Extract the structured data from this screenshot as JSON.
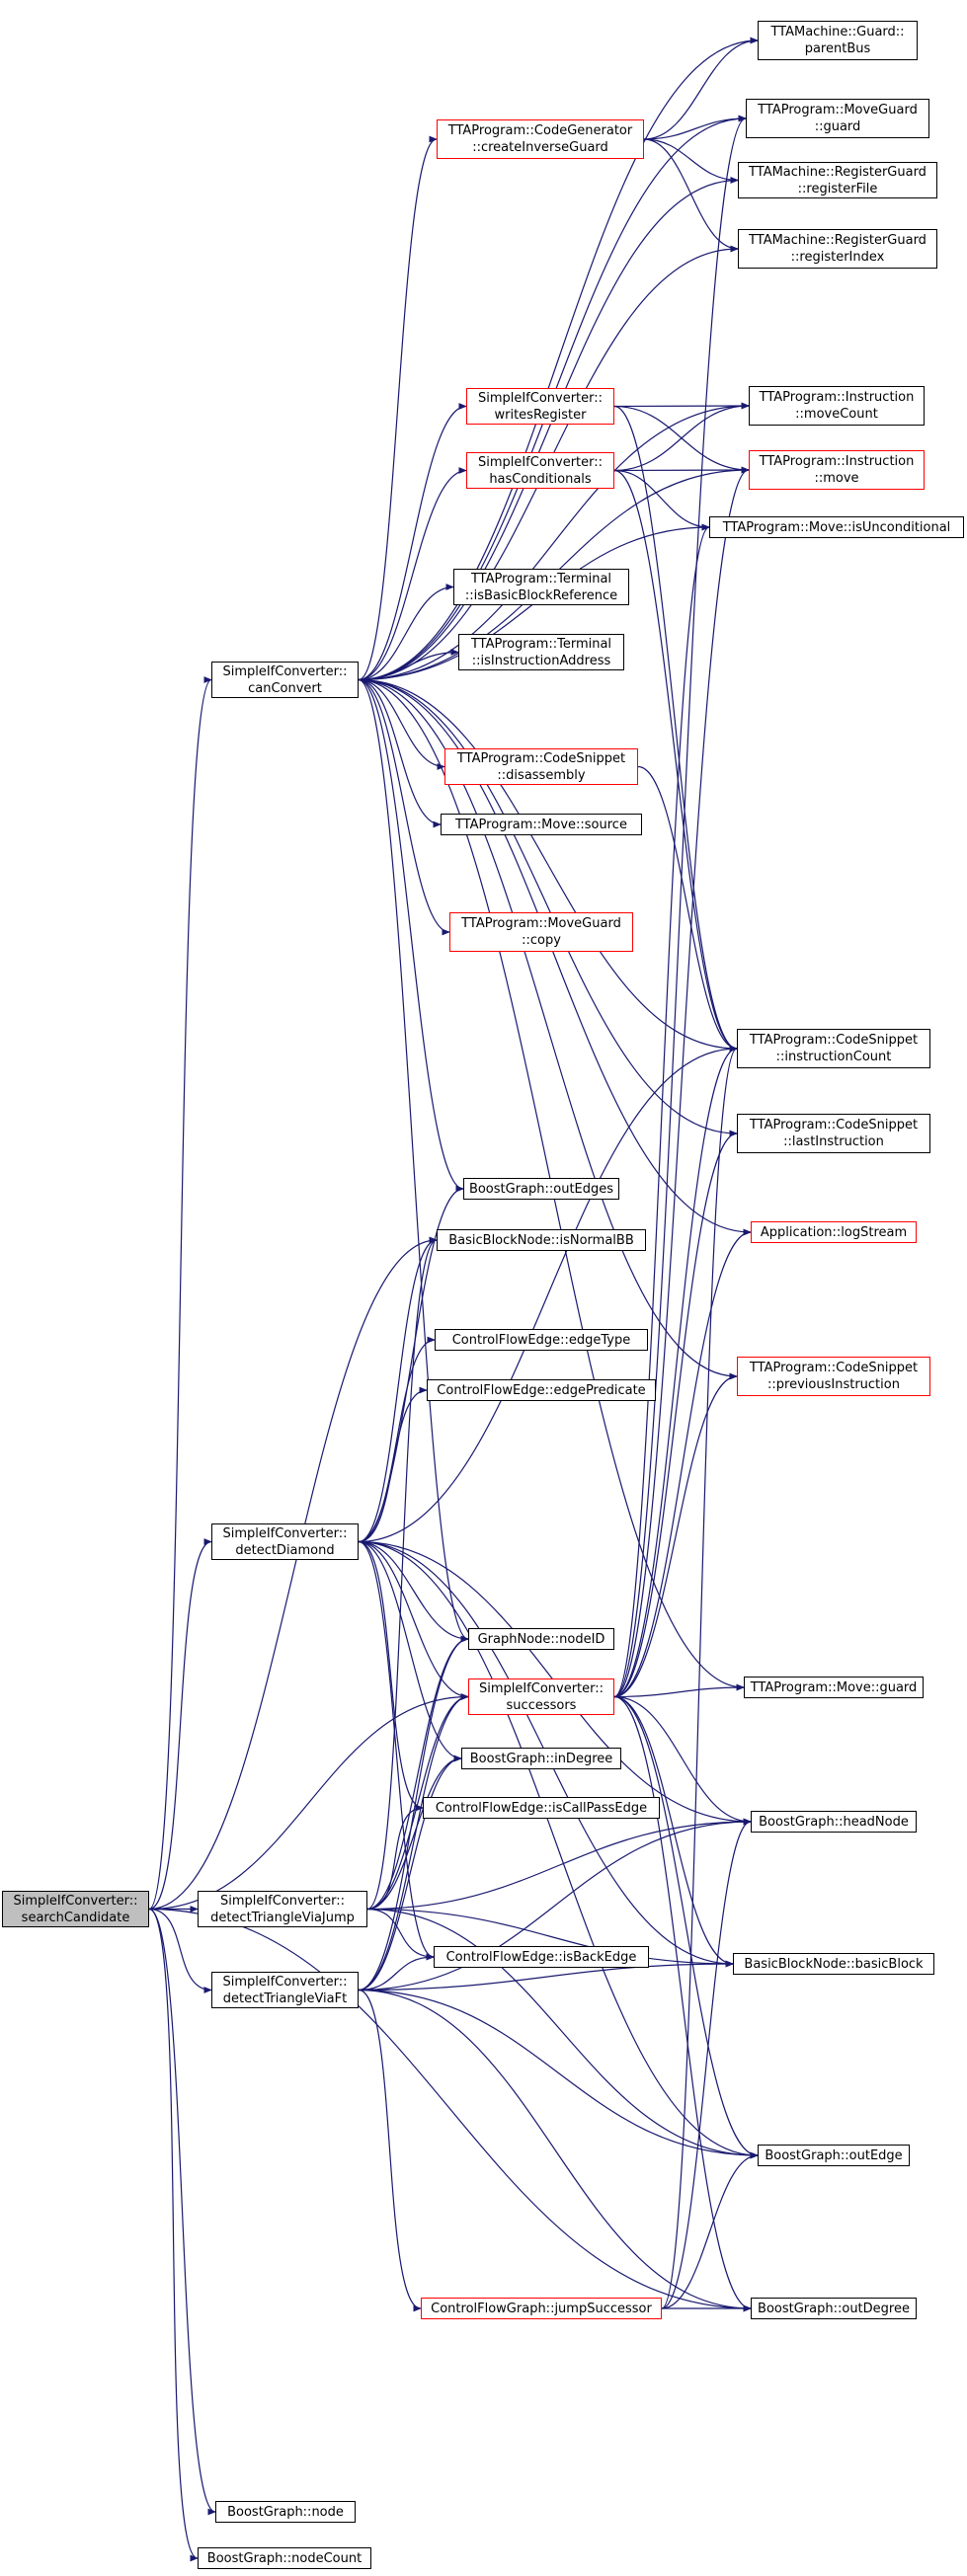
{
  "colors": {
    "edge": "#191970",
    "node_border": "#000000",
    "node_border_incomplete": "#ff0000",
    "root_fill": "#bfbfbf",
    "background": "#ffffff"
  },
  "nodes": [
    {
      "id": "searchCandidate",
      "lines": [
        "SimpleIfConverter::",
        "searchCandidate"
      ],
      "style": "root"
    },
    {
      "id": "canConvert",
      "lines": [
        "SimpleIfConverter::",
        "canConvert"
      ],
      "style": "normal"
    },
    {
      "id": "detectDiamond",
      "lines": [
        "SimpleIfConverter::",
        "detectDiamond"
      ],
      "style": "normal"
    },
    {
      "id": "detectTriangleViaJump",
      "lines": [
        "SimpleIfConverter::",
        "detectTriangleViaJump"
      ],
      "style": "normal"
    },
    {
      "id": "detectTriangleViaFt",
      "lines": [
        "SimpleIfConverter::",
        "detectTriangleViaFt"
      ],
      "style": "normal"
    },
    {
      "id": "bgNode",
      "lines": [
        "BoostGraph::node"
      ],
      "style": "normal"
    },
    {
      "id": "bgNodeCount",
      "lines": [
        "BoostGraph::nodeCount"
      ],
      "style": "normal"
    },
    {
      "id": "createInverseGuard",
      "lines": [
        "TTAProgram::CodeGenerator",
        "::createInverseGuard"
      ],
      "style": "red"
    },
    {
      "id": "writesRegister",
      "lines": [
        "SimpleIfConverter::",
        "writesRegister"
      ],
      "style": "red"
    },
    {
      "id": "hasConditionals",
      "lines": [
        "SimpleIfConverter::",
        "hasConditionals"
      ],
      "style": "red"
    },
    {
      "id": "isBasicBlockReference",
      "lines": [
        "TTAProgram::Terminal",
        "::isBasicBlockReference"
      ],
      "style": "normal"
    },
    {
      "id": "isInstructionAddress",
      "lines": [
        "TTAProgram::Terminal",
        "::isInstructionAddress"
      ],
      "style": "normal"
    },
    {
      "id": "disassembly",
      "lines": [
        "TTAProgram::CodeSnippet",
        "::disassembly"
      ],
      "style": "red"
    },
    {
      "id": "moveSource",
      "lines": [
        "TTAProgram::Move::source"
      ],
      "style": "normal"
    },
    {
      "id": "moveGuardCopy",
      "lines": [
        "TTAProgram::MoveGuard",
        "::copy"
      ],
      "style": "red"
    },
    {
      "id": "bgOutEdges",
      "lines": [
        "BoostGraph::outEdges"
      ],
      "style": "normal"
    },
    {
      "id": "isNormalBB",
      "lines": [
        "BasicBlockNode::isNormalBB"
      ],
      "style": "normal"
    },
    {
      "id": "edgeType",
      "lines": [
        "ControlFlowEdge::edgeType"
      ],
      "style": "normal"
    },
    {
      "id": "edgePredicate",
      "lines": [
        "ControlFlowEdge::edgePredicate"
      ],
      "style": "normal"
    },
    {
      "id": "nodeID",
      "lines": [
        "GraphNode::nodeID"
      ],
      "style": "normal"
    },
    {
      "id": "successors",
      "lines": [
        "SimpleIfConverter::",
        "successors"
      ],
      "style": "red"
    },
    {
      "id": "bgInDegree",
      "lines": [
        "BoostGraph::inDegree"
      ],
      "style": "normal"
    },
    {
      "id": "isCallPassEdge",
      "lines": [
        "ControlFlowEdge::isCallPassEdge"
      ],
      "style": "normal"
    },
    {
      "id": "isBackEdge",
      "lines": [
        "ControlFlowEdge::isBackEdge"
      ],
      "style": "normal"
    },
    {
      "id": "jumpSuccessor",
      "lines": [
        "ControlFlowGraph::jumpSuccessor"
      ],
      "style": "red"
    },
    {
      "id": "guardParentBus",
      "lines": [
        "TTAMachine::Guard::",
        "parentBus"
      ],
      "style": "normal"
    },
    {
      "id": "moveGuardGuard",
      "lines": [
        "TTAProgram::MoveGuard",
        "::guard"
      ],
      "style": "normal"
    },
    {
      "id": "registerFile",
      "lines": [
        "TTAMachine::RegisterGuard",
        "::registerFile"
      ],
      "style": "normal"
    },
    {
      "id": "registerIndex",
      "lines": [
        "TTAMachine::RegisterGuard",
        "::registerIndex"
      ],
      "style": "normal"
    },
    {
      "id": "moveCount",
      "lines": [
        "TTAProgram::Instruction",
        "::moveCount"
      ],
      "style": "normal"
    },
    {
      "id": "instrMove",
      "lines": [
        "TTAProgram::Instruction",
        "::move"
      ],
      "style": "red"
    },
    {
      "id": "isUnconditional",
      "lines": [
        "TTAProgram::Move::isUnconditional"
      ],
      "style": "normal"
    },
    {
      "id": "instructionCount",
      "lines": [
        "TTAProgram::CodeSnippet",
        "::instructionCount"
      ],
      "style": "normal"
    },
    {
      "id": "lastInstruction",
      "lines": [
        "TTAProgram::CodeSnippet",
        "::lastInstruction"
      ],
      "style": "normal"
    },
    {
      "id": "logStream",
      "lines": [
        "Application::logStream"
      ],
      "style": "red"
    },
    {
      "id": "previousInstruction",
      "lines": [
        "TTAProgram::CodeSnippet",
        "::previousInstruction"
      ],
      "style": "red"
    },
    {
      "id": "moveGuard",
      "lines": [
        "TTAProgram::Move::guard"
      ],
      "style": "normal"
    },
    {
      "id": "bgHeadNode",
      "lines": [
        "BoostGraph::headNode"
      ],
      "style": "normal"
    },
    {
      "id": "basicBlock",
      "lines": [
        "BasicBlockNode::basicBlock"
      ],
      "style": "normal"
    },
    {
      "id": "bgOutEdge",
      "lines": [
        "BoostGraph::outEdge"
      ],
      "style": "normal"
    },
    {
      "id": "bgOutDegree",
      "lines": [
        "BoostGraph::outDegree"
      ],
      "style": "normal"
    }
  ],
  "edges": [
    [
      "searchCandidate",
      "canConvert"
    ],
    [
      "searchCandidate",
      "detectDiamond"
    ],
    [
      "searchCandidate",
      "detectTriangleViaJump"
    ],
    [
      "searchCandidate",
      "detectTriangleViaFt"
    ],
    [
      "searchCandidate",
      "bgNode"
    ],
    [
      "searchCandidate",
      "bgNodeCount"
    ],
    [
      "searchCandidate",
      "isNormalBB"
    ],
    [
      "searchCandidate",
      "successors"
    ],
    [
      "searchCandidate",
      "bgOutDegree"
    ],
    [
      "canConvert",
      "guardParentBus"
    ],
    [
      "canConvert",
      "createInverseGuard"
    ],
    [
      "canConvert",
      "moveGuardGuard"
    ],
    [
      "canConvert",
      "registerFile"
    ],
    [
      "canConvert",
      "registerIndex"
    ],
    [
      "canConvert",
      "writesRegister"
    ],
    [
      "canConvert",
      "hasConditionals"
    ],
    [
      "canConvert",
      "moveCount"
    ],
    [
      "canConvert",
      "instrMove"
    ],
    [
      "canConvert",
      "isUnconditional"
    ],
    [
      "canConvert",
      "isBasicBlockReference"
    ],
    [
      "canConvert",
      "isInstructionAddress"
    ],
    [
      "canConvert",
      "disassembly"
    ],
    [
      "canConvert",
      "moveSource"
    ],
    [
      "canConvert",
      "moveGuardCopy"
    ],
    [
      "canConvert",
      "instructionCount"
    ],
    [
      "canConvert",
      "lastInstruction"
    ],
    [
      "canConvert",
      "logStream"
    ],
    [
      "canConvert",
      "previousInstruction"
    ],
    [
      "canConvert",
      "moveGuard"
    ],
    [
      "canConvert",
      "bgOutEdges"
    ],
    [
      "canConvert",
      "nodeID"
    ],
    [
      "createInverseGuard",
      "guardParentBus"
    ],
    [
      "createInverseGuard",
      "moveGuardGuard"
    ],
    [
      "createInverseGuard",
      "registerFile"
    ],
    [
      "createInverseGuard",
      "registerIndex"
    ],
    [
      "writesRegister",
      "moveCount"
    ],
    [
      "writesRegister",
      "instrMove"
    ],
    [
      "writesRegister",
      "instructionCount"
    ],
    [
      "hasConditionals",
      "moveCount"
    ],
    [
      "hasConditionals",
      "instrMove"
    ],
    [
      "hasConditionals",
      "isUnconditional"
    ],
    [
      "hasConditionals",
      "instructionCount"
    ],
    [
      "disassembly",
      "instructionCount"
    ],
    [
      "detectDiamond",
      "bgOutEdges"
    ],
    [
      "detectDiamond",
      "isNormalBB"
    ],
    [
      "detectDiamond",
      "edgeType"
    ],
    [
      "detectDiamond",
      "edgePredicate"
    ],
    [
      "detectDiamond",
      "nodeID"
    ],
    [
      "detectDiamond",
      "successors"
    ],
    [
      "detectDiamond",
      "bgInDegree"
    ],
    [
      "detectDiamond",
      "isCallPassEdge"
    ],
    [
      "detectDiamond",
      "isBackEdge"
    ],
    [
      "detectDiamond",
      "bgHeadNode"
    ],
    [
      "detectDiamond",
      "basicBlock"
    ],
    [
      "detectDiamond",
      "bgOutEdge"
    ],
    [
      "detectDiamond",
      "instructionCount"
    ],
    [
      "detectTriangleViaJump",
      "isNormalBB"
    ],
    [
      "detectTriangleViaJump",
      "nodeID"
    ],
    [
      "detectTriangleViaJump",
      "successors"
    ],
    [
      "detectTriangleViaJump",
      "bgInDegree"
    ],
    [
      "detectTriangleViaJump",
      "isCallPassEdge"
    ],
    [
      "detectTriangleViaJump",
      "isBackEdge"
    ],
    [
      "detectTriangleViaJump",
      "bgHeadNode"
    ],
    [
      "detectTriangleViaJump",
      "basicBlock"
    ],
    [
      "detectTriangleViaJump",
      "bgOutEdge"
    ],
    [
      "detectTriangleViaFt",
      "nodeID"
    ],
    [
      "detectTriangleViaFt",
      "successors"
    ],
    [
      "detectTriangleViaFt",
      "bgInDegree"
    ],
    [
      "detectTriangleViaFt",
      "isBackEdge"
    ],
    [
      "detectTriangleViaFt",
      "bgHeadNode"
    ],
    [
      "detectTriangleViaFt",
      "basicBlock"
    ],
    [
      "detectTriangleViaFt",
      "bgOutEdge"
    ],
    [
      "detectTriangleViaFt",
      "bgOutDegree"
    ],
    [
      "detectTriangleViaFt",
      "jumpSuccessor"
    ],
    [
      "successors",
      "moveGuard"
    ],
    [
      "successors",
      "instructionCount"
    ],
    [
      "successors",
      "lastInstruction"
    ],
    [
      "successors",
      "logStream"
    ],
    [
      "successors",
      "previousInstruction"
    ],
    [
      "successors",
      "isUnconditional"
    ],
    [
      "successors",
      "moveGuardGuard"
    ],
    [
      "successors",
      "instrMove"
    ],
    [
      "successors",
      "bgHeadNode"
    ],
    [
      "successors",
      "basicBlock"
    ],
    [
      "successors",
      "bgOutEdge"
    ],
    [
      "successors",
      "bgOutDegree"
    ],
    [
      "jumpSuccessor",
      "bgOutDegree"
    ],
    [
      "jumpSuccessor",
      "bgOutEdge"
    ],
    [
      "jumpSuccessor",
      "bgHeadNode"
    ],
    [
      "jumpSuccessor",
      "instructionCount"
    ]
  ]
}
